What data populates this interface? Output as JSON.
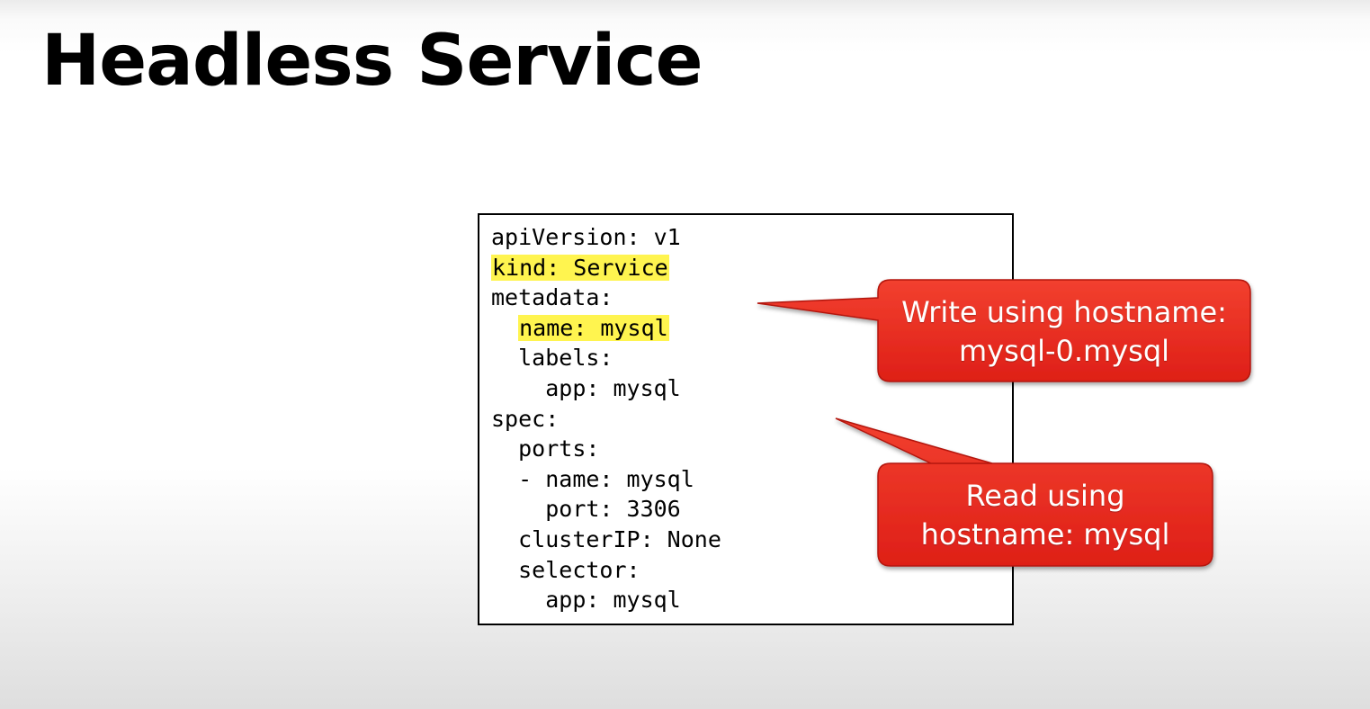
{
  "slide": {
    "title": "Headless Service"
  },
  "code": {
    "lines": [
      {
        "indent": "",
        "text": "apiVersion: v1",
        "highlight": false
      },
      {
        "indent": "",
        "text": "kind: Service",
        "highlight": true
      },
      {
        "indent": "",
        "text": "metadata:",
        "highlight": false
      },
      {
        "indent": "  ",
        "text": "name: mysql",
        "highlight": true
      },
      {
        "indent": "  ",
        "text": "labels:",
        "highlight": false
      },
      {
        "indent": "    ",
        "text": "app: mysql",
        "highlight": false
      },
      {
        "indent": "",
        "text": "spec:",
        "highlight": false
      },
      {
        "indent": "  ",
        "text": "ports:",
        "highlight": false
      },
      {
        "indent": "  ",
        "text": "- name: mysql",
        "highlight": false
      },
      {
        "indent": "    ",
        "text": "port: 3306",
        "highlight": false
      },
      {
        "indent": "  ",
        "text": "clusterIP: None",
        "highlight": false
      },
      {
        "indent": "  ",
        "text": "selector:",
        "highlight": false
      },
      {
        "indent": "    ",
        "text": "app: mysql",
        "highlight": false
      }
    ],
    "highlight_color": "#fff44f"
  },
  "callouts": {
    "write": {
      "line1": "Write using hostname:",
      "line2": "mysql-0.mysql"
    },
    "read": {
      "line1": "Read using",
      "line2": "hostname: mysql"
    },
    "fill_color": "#e8251d",
    "stroke_color": "#b3160f"
  }
}
